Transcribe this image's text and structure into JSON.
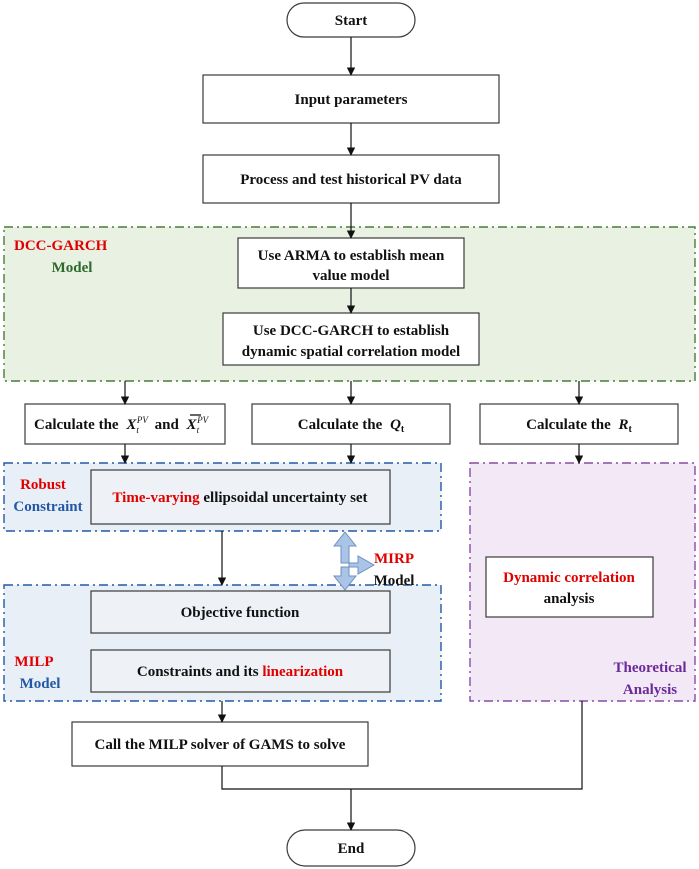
{
  "nodes": {
    "start": "Start",
    "input": "Input parameters",
    "process": "Process and test historical PV data",
    "arma_line1": "Use ARMA to establish mean",
    "arma_line2": "value model",
    "dcc_line1": "Use DCC-GARCH to establish",
    "dcc_line2": "dynamic spatial correlation model",
    "calc_x_prefix": "Calculate the",
    "calc_x_and": "and",
    "calc_x_symbol": "X",
    "calc_x_sub": "t",
    "calc_x_sup": "PV",
    "calc_q_prefix": "Calculate the",
    "calc_q_symbol": "Q",
    "calc_q_sub": "t",
    "calc_r_prefix": "Calculate the",
    "calc_r_symbol": "R",
    "calc_r_sub": "t",
    "uncertainty_highlight": "Time-varying",
    "uncertainty_rest": "ellipsoidal uncertainty set",
    "objective": "Objective function",
    "constraints_prefix": "Constraints and its",
    "constraints_highlight": "linearization",
    "dyn_corr_line1": "Dynamic correlation",
    "dyn_corr_line2": "analysis",
    "solver": "Call the MILP solver of GAMS to solve",
    "end": "End"
  },
  "groups": {
    "dcc_title1": "DCC-GARCH",
    "dcc_title2": "Model",
    "robust_title1": "Robust",
    "robust_title2": "Constraint",
    "milp_title1": "MILP",
    "milp_title2": "Model",
    "theory_title1": "Theoretical",
    "theory_title2": "Analysis",
    "mirp_title1": "MIRP",
    "mirp_title2": "Model"
  },
  "colors": {
    "accent_red": "#e00000",
    "dcc_green": "#2d6a2d",
    "dcc_fill": "#e9f1e3",
    "robust_blue": "#2358a5",
    "blue_fill": "#e8eff7",
    "theory_purple": "#6a2a9a",
    "theory_fill": "#f3e8f5",
    "double_arrow_fill": "#a9c4e6"
  }
}
